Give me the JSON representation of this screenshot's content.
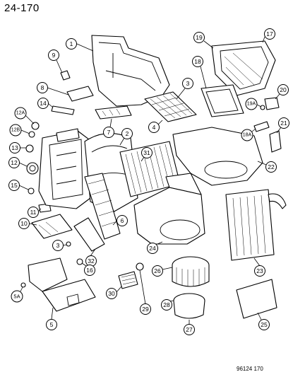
{
  "header": {
    "page_number": "24-170"
  },
  "footer": {
    "drawing_code": "96124 170"
  },
  "callouts": [
    {
      "id": "c-1",
      "label": "1"
    },
    {
      "id": "c-9",
      "label": "9"
    },
    {
      "id": "c-8",
      "label": "8"
    },
    {
      "id": "c-14",
      "label": "14"
    },
    {
      "id": "c-12A",
      "label": "12A"
    },
    {
      "id": "c-12B",
      "label": "12B"
    },
    {
      "id": "c-13",
      "label": "13"
    },
    {
      "id": "c-12",
      "label": "12"
    },
    {
      "id": "c-15",
      "label": "15"
    },
    {
      "id": "c-11",
      "label": "11"
    },
    {
      "id": "c-10",
      "label": "10"
    },
    {
      "id": "c-3a",
      "label": "3"
    },
    {
      "id": "c-32",
      "label": "32"
    },
    {
      "id": "c-16",
      "label": "16"
    },
    {
      "id": "c-5A",
      "label": "5A"
    },
    {
      "id": "c-5",
      "label": "5"
    },
    {
      "id": "c-30",
      "label": "30"
    },
    {
      "id": "c-29",
      "label": "29"
    },
    {
      "id": "c-28",
      "label": "28"
    },
    {
      "id": "c-27",
      "label": "27"
    },
    {
      "id": "c-26",
      "label": "26"
    },
    {
      "id": "c-24",
      "label": "24"
    },
    {
      "id": "c-6",
      "label": "6"
    },
    {
      "id": "c-7",
      "label": "7"
    },
    {
      "id": "c-4",
      "label": "4"
    },
    {
      "id": "c-3b",
      "label": "3"
    },
    {
      "id": "c-2",
      "label": "2"
    },
    {
      "id": "c-31",
      "label": "31"
    },
    {
      "id": "c-19",
      "label": "19"
    },
    {
      "id": "c-17",
      "label": "17"
    },
    {
      "id": "c-18",
      "label": "18"
    },
    {
      "id": "c-20",
      "label": "20"
    },
    {
      "id": "c-19A",
      "label": "19A"
    },
    {
      "id": "c-18A",
      "label": "18A"
    },
    {
      "id": "c-21",
      "label": "21"
    },
    {
      "id": "c-22",
      "label": "22"
    },
    {
      "id": "c-23",
      "label": "23"
    },
    {
      "id": "c-25",
      "label": "25"
    }
  ]
}
